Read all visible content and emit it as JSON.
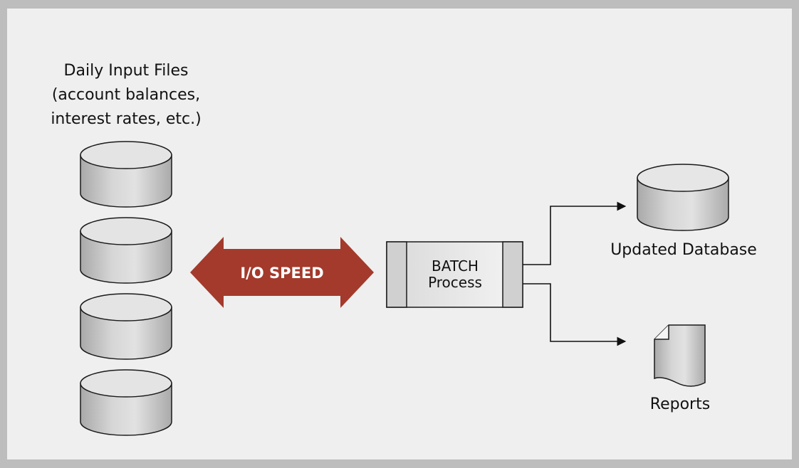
{
  "input_files": {
    "title_lines": [
      "Daily Input Files",
      "(account balances,",
      "interest rates, etc.)"
    ],
    "cylinder_count": 4
  },
  "io_arrow": {
    "label": "I/O SPEED",
    "color": "#a33a2c",
    "text_color": "#ffffff"
  },
  "batch_process": {
    "label_lines": [
      "BATCH",
      "Process"
    ]
  },
  "outputs": {
    "database_label": "Updated Database",
    "reports_label": "Reports"
  },
  "colors": {
    "background": "#efefef",
    "border": "#bdbdbd",
    "cylinder_body": "#d4d4d4",
    "cylinder_top": "#e4e4e4",
    "stroke": "#1a1a1a"
  }
}
